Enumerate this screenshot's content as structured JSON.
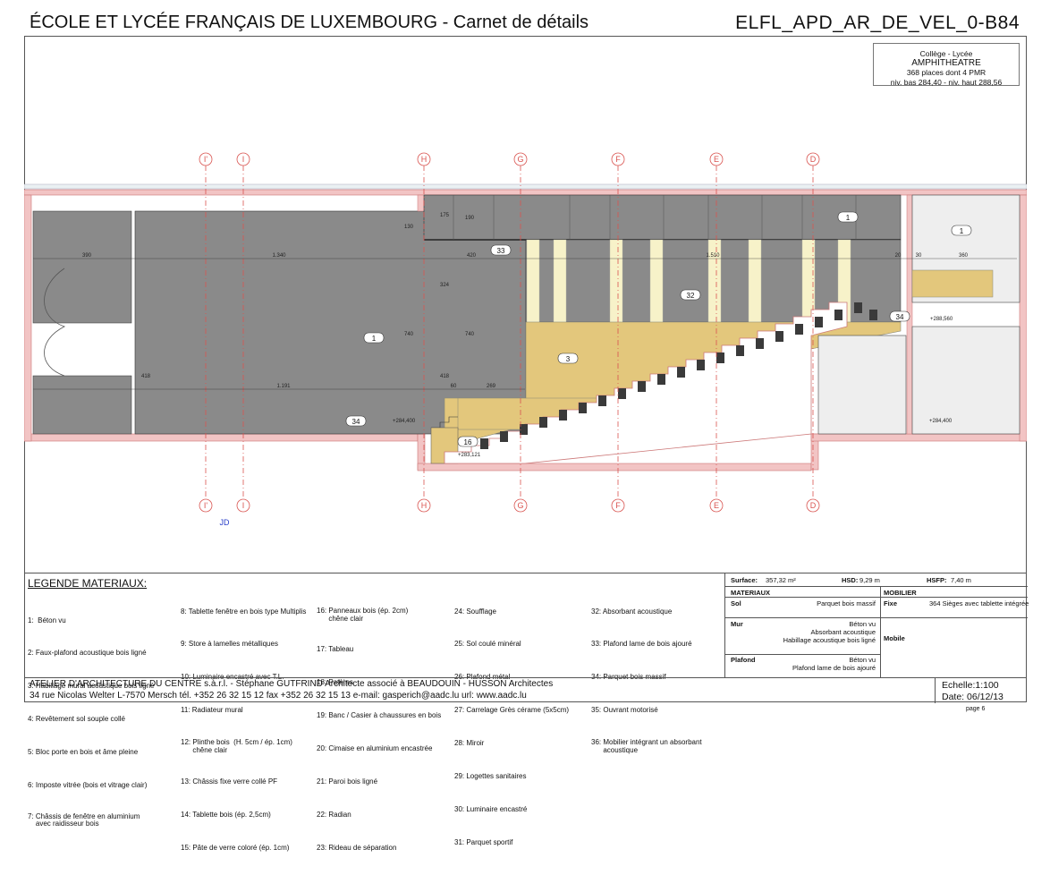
{
  "header": {
    "title": "ÉCOLE ET LYCÉE FRANÇAIS DE LUXEMBOURG - Carnet de détails",
    "code": "ELFL_APD_AR_DE_VEL_0-B84"
  },
  "stamp": {
    "line1": "Collège - Lycée",
    "line2": "AMPHITHEATRE",
    "line3": "368 places dont 4 PMR",
    "line4": "niv. bas 284,40 - niv. haut 288,56"
  },
  "plan": {
    "axes_top": [
      "I'",
      "I",
      "H",
      "G",
      "F",
      "E",
      "D"
    ],
    "axes_bottom": [
      "I'",
      "I",
      "H",
      "G",
      "F",
      "E",
      "D"
    ],
    "room_tags": [
      "1",
      "1",
      "1",
      "33",
      "32",
      "3",
      "16",
      "34",
      "34"
    ],
    "dimensions": [
      "390",
      "1.340",
      "420",
      "1.510",
      "20",
      "30",
      "360",
      "1.191",
      "269",
      "418",
      "740",
      "740",
      "418",
      "324",
      "175",
      "130",
      "190",
      "60"
    ],
    "levels": [
      "+288,560",
      "+284,400",
      "+284,400",
      "+283,121"
    ],
    "jd_label": "JD"
  },
  "legend": {
    "title": "LEGENDE MATERIAUX:",
    "col1": [
      "1:  Béton vu",
      "2: Faux-plafond acoustique bois ligné",
      "3: Habillage mural acoustique bois ligné",
      "4: Revêtement sol souple collé",
      "5: Bloc porte en bois et âme pleine",
      "6: Imposte vitrée (bois et vitrage clair)",
      "7: Châssis de fenêtre en aluminium\n    avec raidisseur bois"
    ],
    "col2": [
      "8: Tablette fenêtre en bois type Multiplis",
      "9: Store à lamelles métalliques",
      "10: Luminaire encastré avec T.L.",
      "11: Radiateur mural",
      "12: Plinthe bois  (H. 5cm / ép. 1cm)\n      chêne clair",
      "13: Châssis fixe verre collé PF",
      "14: Tablette bois (ép. 2,5cm)",
      "15: Pâte de verre coloré (ép. 1cm)"
    ],
    "col3": [
      "16: Panneaux bois (ép. 2cm)\n      chêne clair",
      "17: Tableau",
      "18: Patères",
      "19: Banc / Casier à chaussures en bois",
      "20: Cimaise en aluminium encastrée",
      "21: Paroi bois ligné",
      "22: Radian",
      "23: Rideau de séparation"
    ],
    "col4": [
      "24: Soufflage",
      "25: Sol coulé minéral",
      "26: Plafond métal",
      "27: Carrelage Grès cérame (5x5cm)",
      "28: Miroir",
      "29: Logettes sanitaires",
      "30: Luminaire encastré",
      "31: Parquet sportif"
    ],
    "col5": [
      "32: Absorbant acoustique",
      "33: Plafond lame de bois ajouré",
      "34: Parquet bois massif",
      "35: Ouvrant motorisé",
      "36: Mobilier intégrant un absorbant\n      acoustique"
    ]
  },
  "properties": {
    "surface_label": "Surface:",
    "surface_value": "357,32 m²",
    "hsd_label": "HSD:",
    "hsd_value": "9,29 m",
    "hsfp_label": "HSFP:",
    "hsfp_value": "7,40 m",
    "materiaux_label": "MATERIAUX",
    "mobilier_label": "MOBILIER",
    "sol_label": "Sol",
    "sol_value": "Parquet bois massif",
    "fixe_label": "Fixe",
    "fixe_value": "364 Sièges avec tablette intégrée",
    "mur_label": "Mur",
    "mur_value1": "Béton vu",
    "mur_value2": "Absorbant acoustique",
    "mur_value3": "Habillage acoustique bois ligné",
    "mobile_label": "Mobile",
    "plafond_label": "Plafond",
    "plafond_value1": "Béton vu",
    "plafond_value2": "Plafond lame de bois ajouré"
  },
  "footer": {
    "line1": "ATELIER D'ARCHITECTURE DU CENTRE s.à.r.l. - Stéphane GUTFRIND Architecte associé à BEAUDOUIN - HUSSON Architectes",
    "line2": "34 rue Nicolas Welter   L-7570 Mersch   tél. +352 26 32 15 12   fax +352 26 32 15 13   e-mail: gasperich@aadc.lu   url: www.aadc.lu",
    "scale": "Echelle:1:100",
    "date": "Date: 06/12/13",
    "page": "page 6"
  },
  "colors": {
    "grey_fill": "#8a8a8a",
    "wood_fill": "#e3c77c",
    "pale_fill": "#f7f2c9",
    "wall_pink": "#f2c4c4",
    "axis_red": "#d9534f"
  }
}
